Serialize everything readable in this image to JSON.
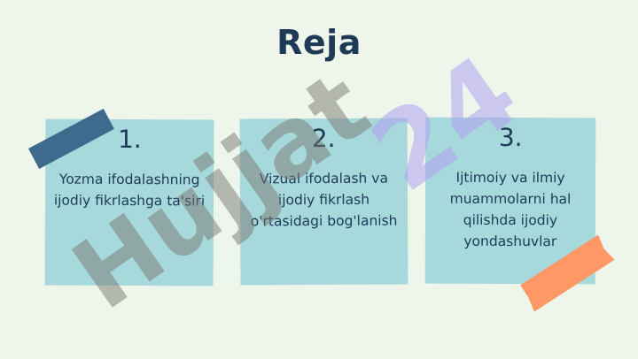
{
  "slide": {
    "title": "Reja",
    "cards": [
      {
        "number": "1.",
        "text": "Yozma ifodalashning ijodiy fikrlashga ta'siri"
      },
      {
        "number": "2.",
        "text": "Vizual ifodalash va ijodiy fikrlash o'rtasidagi bog'lanish"
      },
      {
        "number": "3.",
        "text": "Ijtimoiy va ilmiy muammolarni hal qilishda ijodiy yondashuvlar"
      }
    ]
  },
  "watermark": {
    "text": "Hujjat",
    "number": "24"
  },
  "colors": {
    "background": "#eef6ec",
    "card": "#a6d8dc",
    "text": "#1e3a56",
    "tape_blue": "#3e6a8e",
    "tape_orange": "#ff9866"
  }
}
